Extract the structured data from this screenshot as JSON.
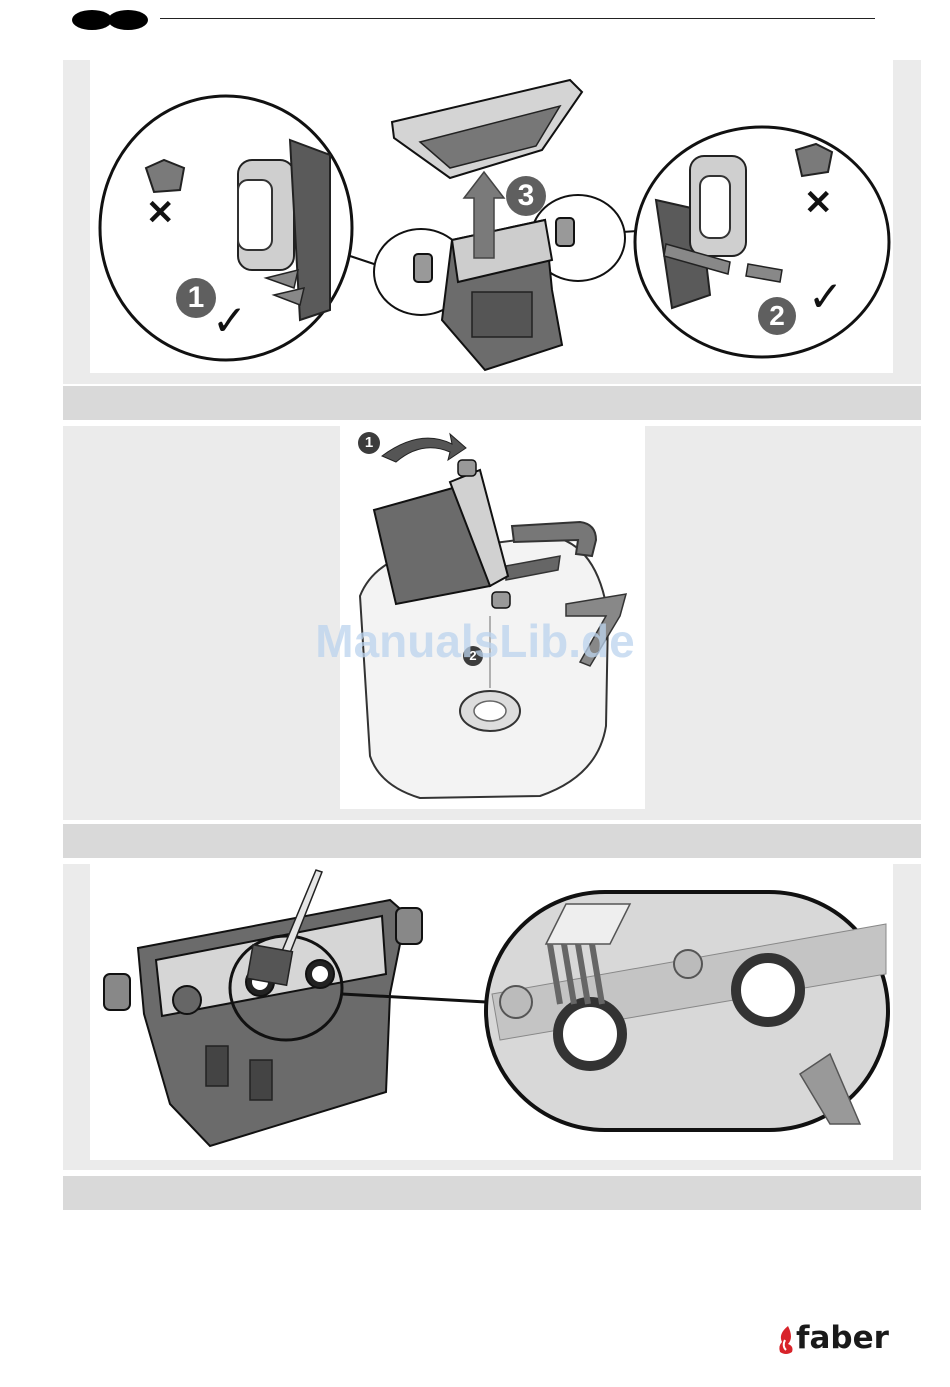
{
  "header": {
    "pill_icon": "double-dot-pill-icon"
  },
  "figure1": {
    "step_markers": [
      "1",
      "2",
      "3"
    ],
    "wrong_mark": "✕",
    "right_mark": "✓"
  },
  "figure2": {
    "step_markers": [
      "1",
      "2"
    ]
  },
  "watermark": "ManualsLib.de",
  "footer": {
    "logo_text": "faber",
    "logo_icon": "flame-icon"
  },
  "colors": {
    "panel": "#ebebeb",
    "bar": "#d9d9d9",
    "logo_red": "#d8232a"
  }
}
